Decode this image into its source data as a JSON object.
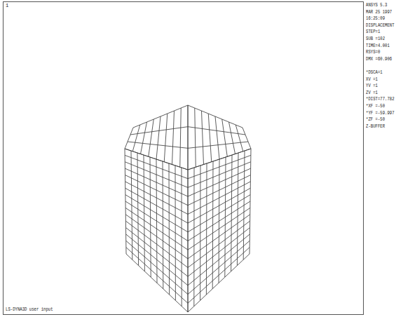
{
  "diagram": {
    "labels": [
      "1",
      "ANSYS 5.3",
      "MAR 25 1997",
      "16:25:09",
      "DISPLACEMENT",
      "STEP=1",
      "SUB =102",
      "TIME=4.001",
      "RSYS=0",
      "DMX =60.906",
      "*DSCA=1",
      "XV =1",
      "YV =1",
      "ZV =1",
      "*DIST=77.782",
      "*XF =-50",
      "*YF =-59.997",
      "*ZF =-50",
      "Z-BUFFER",
      "LS-DYNA3D user input"
    ]
  }
}
